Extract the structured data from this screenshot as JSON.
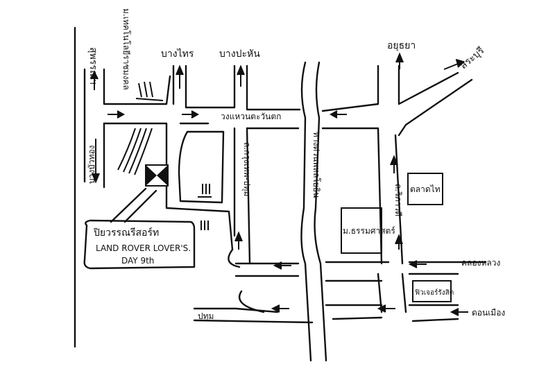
{
  "map": {
    "destination": {
      "name_th": "ปิยวรรณรีสอร์ท",
      "event_line1": "LAND ROVER LOVER'S.",
      "event_line2": "DAY 9th"
    },
    "directions": {
      "north_left": "สุพรรณฯ",
      "university": "ม.เทคโนโลยีราชมงคล",
      "bang_sai": "บางไทร",
      "bang_pa_han": "บางปะหัน",
      "ayutthaya": "อยุธยา",
      "saraburi": "สระบุรี",
      "khlong_luang": "คลองหลวง",
      "don_mueang": "ดอนเมือง",
      "pathum": "ปทุม"
    },
    "roads": {
      "bang_bua_thong": "บางบัวทอง",
      "ring_road": "วงแหวนตะวันตก",
      "bangkok_pathum": "ถ.กรุงเทพ-ปทุม",
      "expressway": "ทางด่วนพหลโยธิน",
      "vibhavadi": "ถ.วิภาวดี"
    },
    "landmarks": {
      "talad_thai": "ตลาดไท",
      "thammasat": "ม.ธรรมศาสตร์",
      "future_park": "ฟิวเจอร์รังสิต"
    },
    "colors": {
      "ink": "#111111",
      "paper": "#ffffff"
    }
  }
}
